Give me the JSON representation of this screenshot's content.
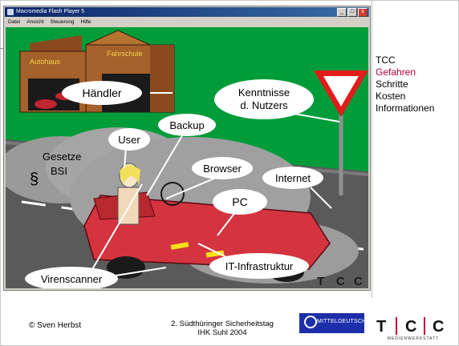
{
  "window": {
    "title": "Macromedia Flash Player 5",
    "menus": [
      "Datei",
      "Ansicht",
      "Steuerung",
      "Hilfe"
    ],
    "buttons": [
      "_",
      "□",
      "x"
    ]
  },
  "scene": {
    "buildings": {
      "autohaus": "Autohaus",
      "fahrschule": "Fahrschule"
    },
    "labels": {
      "haendler": "Händler",
      "kenntnisse_1": "Kenntnisse",
      "kenntnisse_2": "d. Nutzers",
      "user": "User",
      "backup": "Backup",
      "browser": "Browser",
      "internet": "Internet",
      "pc": "PC",
      "it_infrastruktur": "IT-Infrastruktur",
      "virenscanner": "Virenscanner"
    },
    "ground_text": {
      "paragraph": "§",
      "gesetze": "Gesetze",
      "bsi": "BSI"
    },
    "logo_letters": [
      "T",
      "C",
      "C"
    ]
  },
  "menu": {
    "items": [
      "TCC",
      "Gefahren",
      "Schritte",
      "Kosten",
      "Informationen"
    ],
    "active": "Gefahren"
  },
  "footer": {
    "copyright": "© Sven Herbst",
    "event_line1": "2. Südthüringer Sicherheitstag",
    "event_line2": "IHK Suhl 2004",
    "partner_logo_text": "MITTELDEUTSCHLAND",
    "logo_letters": [
      "T",
      "C",
      "C"
    ],
    "logo_caption": "MEDIENWERKSTATT"
  },
  "colors": {
    "sky_green": "#009c3a",
    "road": "#5a5a5a",
    "building": "#a5612b",
    "car_red": "#d4343f",
    "active_menu": "#b0003a",
    "partner_blue": "#1d2fa8"
  }
}
